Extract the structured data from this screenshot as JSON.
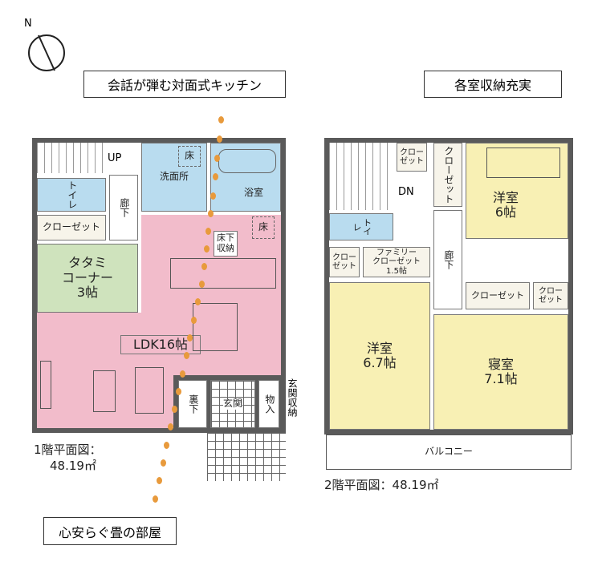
{
  "compass": {
    "label": "N"
  },
  "callouts": {
    "kitchen": "会話が弾む対面式キッチン",
    "storage": "各室収納充実",
    "tatami": "心安らぐ畳の部屋"
  },
  "floor1": {
    "caption_line1": "1階平面図：",
    "caption_line2": "48.19㎡",
    "up": "UP",
    "toilet": "トイレ",
    "hall": "廊下",
    "washroom": "洗面所",
    "bath": "浴室",
    "floor_hatch": "床",
    "floor_hatch2": "床",
    "closet": "クローゼット",
    "tatami": "タタミ\nコーナー\n3帖",
    "underfloor": "床下\n収納",
    "ldk": "LDK16帖",
    "back_hall": "裏下",
    "entrance": "玄関",
    "storage": "物入",
    "entrance_storage": "玄関収納"
  },
  "floor2": {
    "caption": "2階平面図：48.19㎡",
    "dn": "DN",
    "closet_a": "クロー\nゼット",
    "closet_b": "クローゼット",
    "room_a": "洋室\n6帖",
    "toilet": "トイレ",
    "closet_c": "クロー\nゼット",
    "family_closet": "ファミリー\nクローゼット\n1.5帖",
    "hall": "廊下",
    "room_b": "洋室\n6.7帖",
    "closet_d": "クローゼット",
    "closet_e": "クロー\nゼット",
    "bedroom": "寝室\n7.1帖",
    "balcony": "バルコニー"
  }
}
